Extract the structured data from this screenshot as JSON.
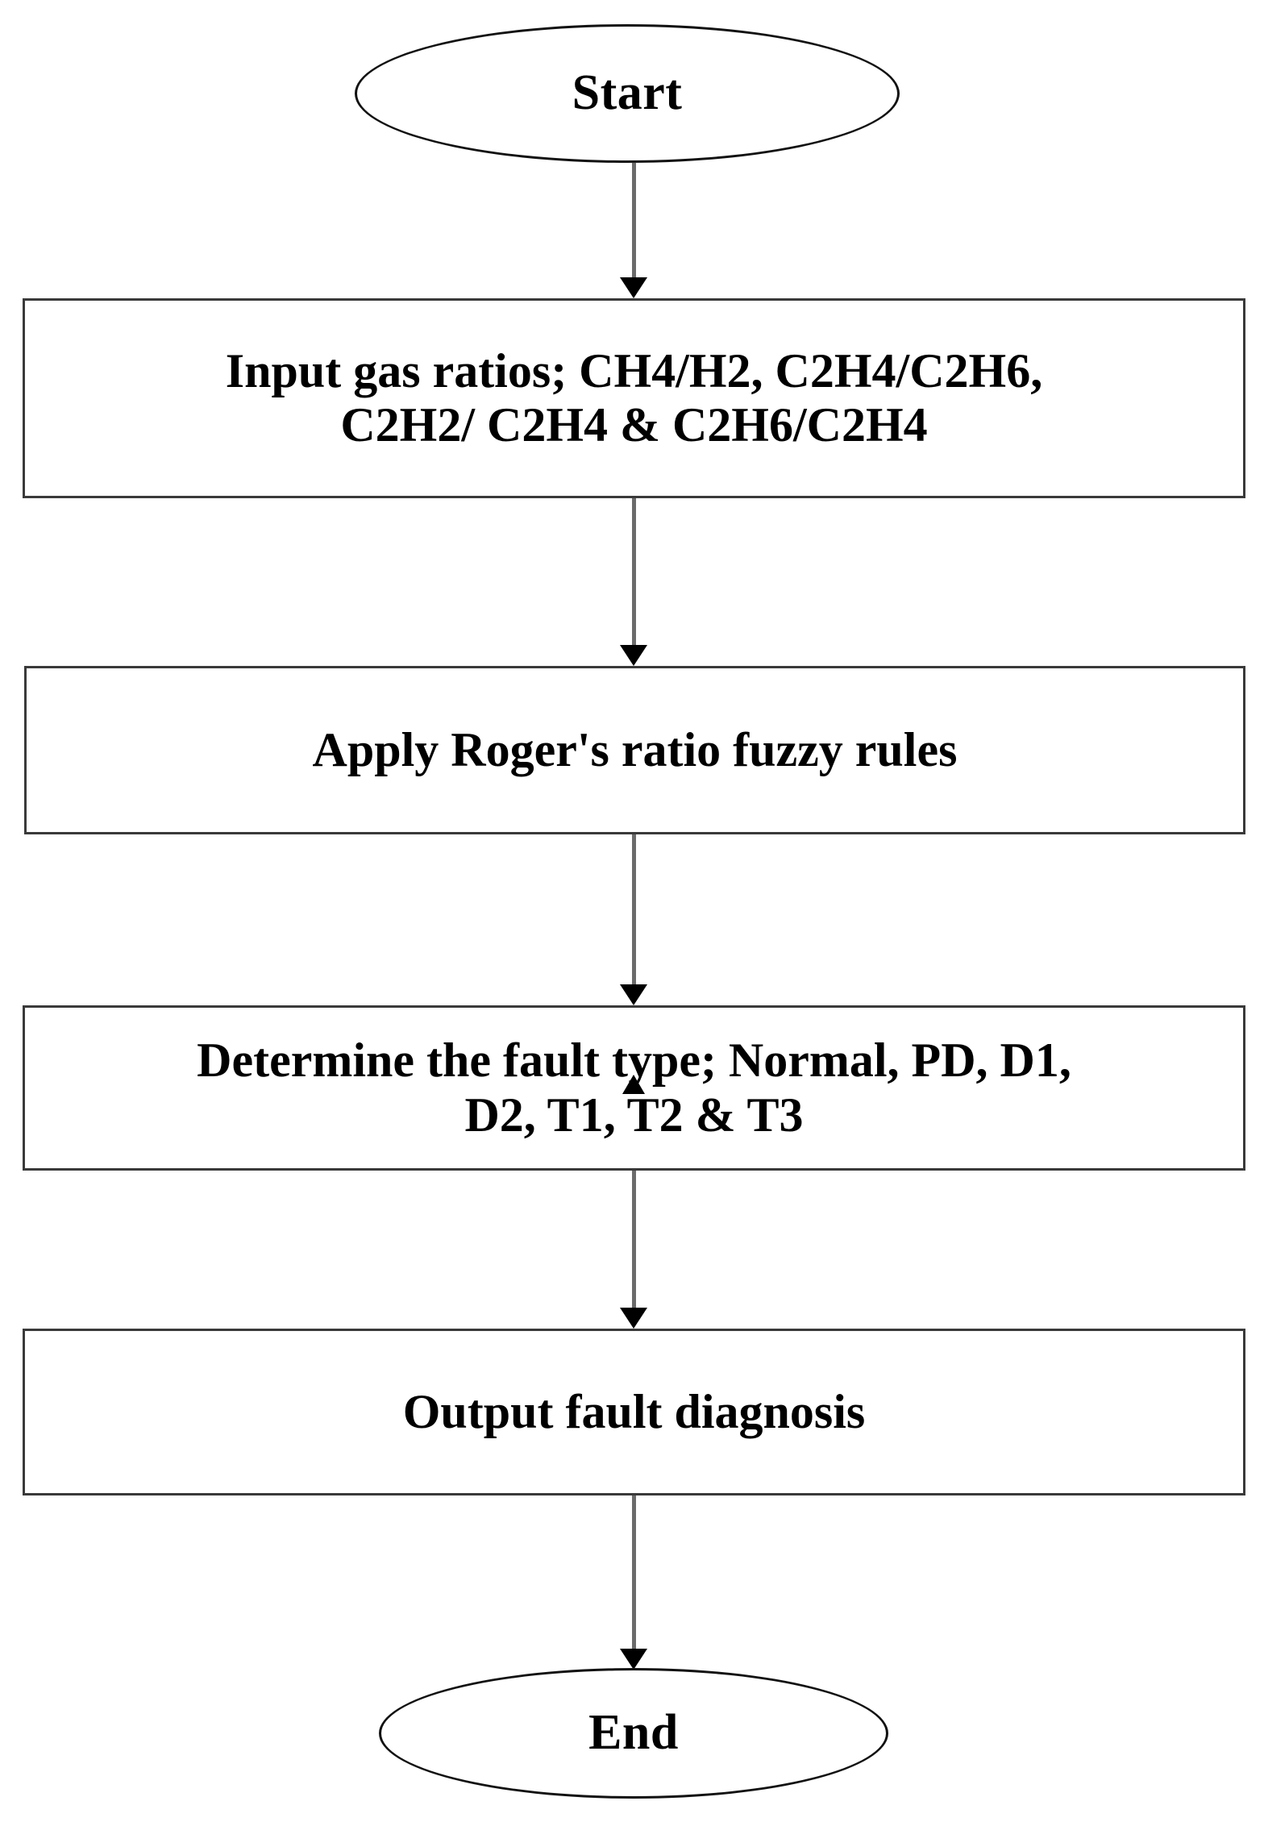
{
  "diagram": {
    "title": "Fuzzy logic based transformer fault diagnosis flowchart",
    "background_color": "#ffffff",
    "line_color": "#6b6b6b",
    "arrow_color": "#000000",
    "box_border_color": "#3a3a3a",
    "ellipse_border_color": "#111111",
    "text_color": "#000000",
    "nodes": [
      {
        "id": "start",
        "shape": "ellipse",
        "label": "Start"
      },
      {
        "id": "input-gas-ratios",
        "shape": "rectangle",
        "label": "Input gas ratios;  CH4/H2, C2H4/C2H6,\nC2H2/ C2H4 & C2H6/C2H4"
      },
      {
        "id": "apply-rogers-rules",
        "shape": "rectangle",
        "label": "Apply Roger's ratio fuzzy rules"
      },
      {
        "id": "determine-fault-type",
        "shape": "rectangle",
        "label": "Determine the fault type; Normal, PD, D1,\nD2, T1, T2 & T3"
      },
      {
        "id": "output-fault-diagnosis",
        "shape": "rectangle",
        "label": "Output fault diagnosis"
      },
      {
        "id": "end",
        "shape": "ellipse",
        "label": "End"
      }
    ],
    "edges": [
      {
        "id": "edge-start-to-input",
        "from": "start",
        "to": "input-gas-ratios",
        "label": ""
      },
      {
        "id": "edge-input-to-rules",
        "from": "input-gas-ratios",
        "to": "apply-rogers-rules",
        "label": ""
      },
      {
        "id": "edge-rules-to-determine",
        "from": "apply-rogers-rules",
        "to": "determine-fault-type",
        "label": ""
      },
      {
        "id": "edge-determine-to-output",
        "from": "determine-fault-type",
        "to": "output-fault-diagnosis",
        "label": ""
      },
      {
        "id": "edge-output-to-end",
        "from": "output-fault-diagnosis",
        "to": "end",
        "label": ""
      }
    ]
  }
}
